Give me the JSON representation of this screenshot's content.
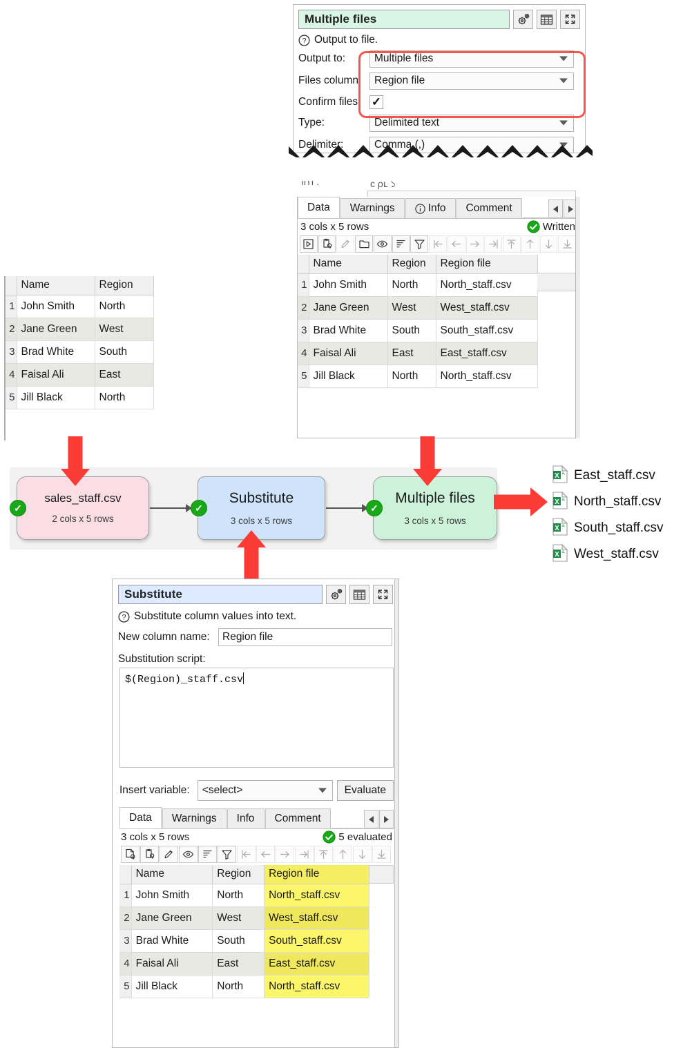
{
  "top_panel": {
    "name": "multiple-files-settings",
    "title": "Multiple files",
    "help_text": "Output to file.",
    "help_icon": "question-icon",
    "buttons": [
      {
        "icon": "gears-icon",
        "name": "options-button"
      },
      {
        "icon": "table-icon",
        "name": "table-button"
      },
      {
        "icon": "expand-icon",
        "name": "maximize-button"
      }
    ],
    "fields": [
      {
        "label": "Output to:",
        "value": "Multiple files",
        "type": "combo"
      },
      {
        "label": "Files column:",
        "value": "Region file",
        "type": "combo"
      },
      {
        "label": "Confirm files:",
        "value": "✓",
        "type": "checkbox"
      },
      {
        "label": "Type:",
        "value": "Delimited text",
        "type": "combo"
      },
      {
        "label": "Delimiter:",
        "value": "Comma (,)",
        "type": "combo"
      }
    ],
    "highlight_color": "#f2564f"
  },
  "left_table": {
    "name": "sales-staff-data-grid",
    "columns": [
      "Name",
      "Region"
    ],
    "rows": [
      {
        "n": "1",
        "Name": "John Smith",
        "Region": "North"
      },
      {
        "n": "2",
        "Name": "Jane Green",
        "Region": "West"
      },
      {
        "n": "3",
        "Name": "Brad White",
        "Region": "South"
      },
      {
        "n": "4",
        "Name": "Faisal Ali",
        "Region": "East"
      },
      {
        "n": "5",
        "Name": "Jill Black",
        "Region": "North"
      }
    ]
  },
  "mid_panel": {
    "name": "multiple-files-output-grid",
    "tabs": [
      {
        "label": "Data",
        "selected": true
      },
      {
        "label": "Warnings",
        "selected": false
      },
      {
        "label": "Info",
        "selected": false,
        "icon": "info-icon"
      },
      {
        "label": "Comment",
        "selected": false
      }
    ],
    "status_left": "3 cols x 5 rows",
    "status_right": "Written",
    "status_icon": "green-check-icon",
    "toolbar": [
      {
        "name": "run-icon",
        "enabled": true
      },
      {
        "name": "copy-to-clipboard-icon",
        "enabled": true
      },
      {
        "name": "edit-pencil-icon",
        "enabled": false
      },
      {
        "name": "folder-icon",
        "enabled": true
      },
      {
        "name": "eye-icon",
        "enabled": true
      },
      {
        "name": "sort-icon",
        "enabled": true
      },
      {
        "name": "filter-icon",
        "enabled": true
      },
      {
        "name": "first-column-icon",
        "enabled": false
      },
      {
        "name": "previous-column-icon",
        "enabled": false
      },
      {
        "name": "next-column-icon",
        "enabled": false
      },
      {
        "name": "last-column-icon",
        "enabled": false
      },
      {
        "name": "first-row-icon",
        "enabled": false
      },
      {
        "name": "previous-row-icon",
        "enabled": false
      },
      {
        "name": "next-row-icon",
        "enabled": false
      },
      {
        "name": "last-row-icon",
        "enabled": false
      }
    ],
    "columns": [
      "Name",
      "Region",
      "Region file"
    ],
    "rows": [
      {
        "n": "1",
        "Name": "John Smith",
        "Region": "North",
        "Region file": "North_staff.csv"
      },
      {
        "n": "2",
        "Name": "Jane Green",
        "Region": "West",
        "Region file": "West_staff.csv"
      },
      {
        "n": "3",
        "Name": "Brad White",
        "Region": "South",
        "Region file": "South_staff.csv"
      },
      {
        "n": "4",
        "Name": "Faisal Ali",
        "Region": "East",
        "Region file": "East_staff.csv"
      },
      {
        "n": "5",
        "Name": "Jill Black",
        "Region": "North",
        "Region file": "North_staff.csv"
      }
    ]
  },
  "flow": {
    "name": "data-flow-diagram",
    "nodes": [
      {
        "label": "sales_staff.csv",
        "sub": "2 cols x 5 rows",
        "color": "#fbdde5",
        "status": "✓"
      },
      {
        "label": "Substitute",
        "sub": "3 cols x 5 rows",
        "color": "#cfe4fa",
        "status": "✓"
      },
      {
        "label": "Multiple files",
        "sub": "3 cols x 5 rows",
        "color": "#ccf2da",
        "status": "✓"
      }
    ]
  },
  "files": {
    "name": "output-file-list",
    "icon": "excel-csv-file-icon",
    "items": [
      "East_staff.csv",
      "North_staff.csv",
      "South_staff.csv",
      "West_staff.csv"
    ]
  },
  "bottom_panel": {
    "name": "substitute-settings",
    "title": "Substitute",
    "help_text": "Substitute column values into text.",
    "help_icon": "question-icon",
    "buttons": [
      {
        "icon": "gears-icon",
        "name": "options-button"
      },
      {
        "icon": "table-icon",
        "name": "table-button"
      },
      {
        "icon": "expand-icon",
        "name": "maximize-button"
      }
    ],
    "new_column_label": "New column name:",
    "new_column_value": "Region file",
    "script_label": "Substitution script:",
    "script_value": "$(Region)_staff.csv",
    "insert_variable_label": "Insert variable:",
    "insert_variable_value": "<select>",
    "evaluate_label": "Evaluate",
    "tabs": [
      {
        "label": "Data",
        "selected": true
      },
      {
        "label": "Warnings",
        "selected": false
      },
      {
        "label": "Info",
        "selected": false
      },
      {
        "label": "Comment",
        "selected": false
      }
    ],
    "status_left": "3 cols x 5 rows",
    "status_right": "5 evaluated",
    "status_icon": "green-check-icon",
    "toolbar": [
      {
        "name": "new-file-icon",
        "enabled": true
      },
      {
        "name": "copy-to-clipboard-icon",
        "enabled": true
      },
      {
        "name": "edit-pencil-icon",
        "enabled": true
      },
      {
        "name": "eye-icon",
        "enabled": true
      },
      {
        "name": "sort-icon",
        "enabled": true
      },
      {
        "name": "filter-icon",
        "enabled": true
      },
      {
        "name": "first-column-icon",
        "enabled": false
      },
      {
        "name": "previous-column-icon",
        "enabled": false
      },
      {
        "name": "next-column-icon",
        "enabled": false
      },
      {
        "name": "last-column-icon",
        "enabled": false
      },
      {
        "name": "first-row-icon",
        "enabled": false
      },
      {
        "name": "previous-row-icon",
        "enabled": false
      },
      {
        "name": "next-row-icon",
        "enabled": false
      },
      {
        "name": "last-row-icon",
        "enabled": false
      }
    ],
    "columns": [
      "Name",
      "Region",
      "Region file"
    ],
    "highlight_column": "Region file",
    "rows": [
      {
        "n": "1",
        "Name": "John Smith",
        "Region": "North",
        "Region file": "North_staff.csv"
      },
      {
        "n": "2",
        "Name": "Jane Green",
        "Region": "West",
        "Region file": "West_staff.csv"
      },
      {
        "n": "3",
        "Name": "Brad White",
        "Region": "South",
        "Region file": "South_staff.csv"
      },
      {
        "n": "4",
        "Name": "Faisal Ali",
        "Region": "East",
        "Region file": "East_staff.csv"
      },
      {
        "n": "5",
        "Name": "Jill Black",
        "Region": "North",
        "Region file": "North_staff.csv"
      }
    ]
  },
  "annotations": {
    "arrow_color": "#fa3b36"
  }
}
